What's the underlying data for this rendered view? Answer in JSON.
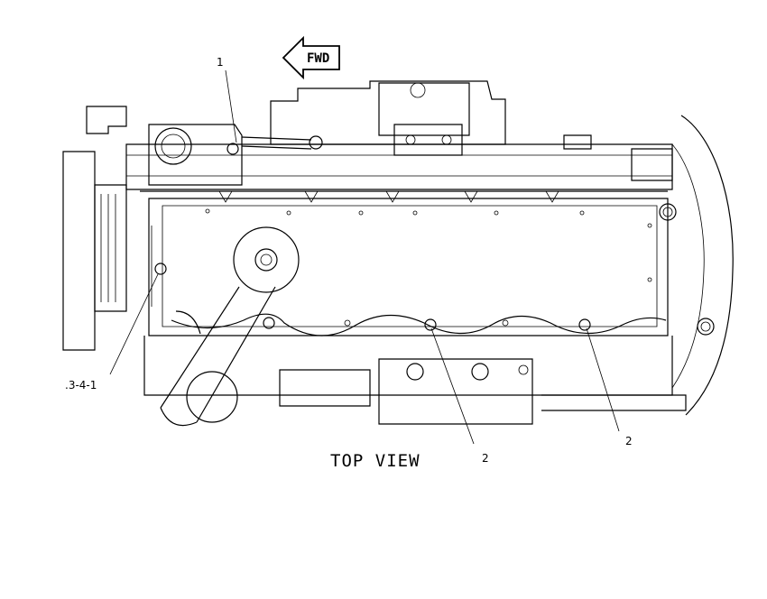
{
  "fwd_arrow": {
    "label": "FWD"
  },
  "view_title": "TOP VIEW",
  "callouts": [
    {
      "id": "c1",
      "text": "1"
    },
    {
      "id": "c2",
      "text": ".3-4-1"
    },
    {
      "id": "c3",
      "text": "2"
    },
    {
      "id": "c4",
      "text": "2"
    }
  ]
}
